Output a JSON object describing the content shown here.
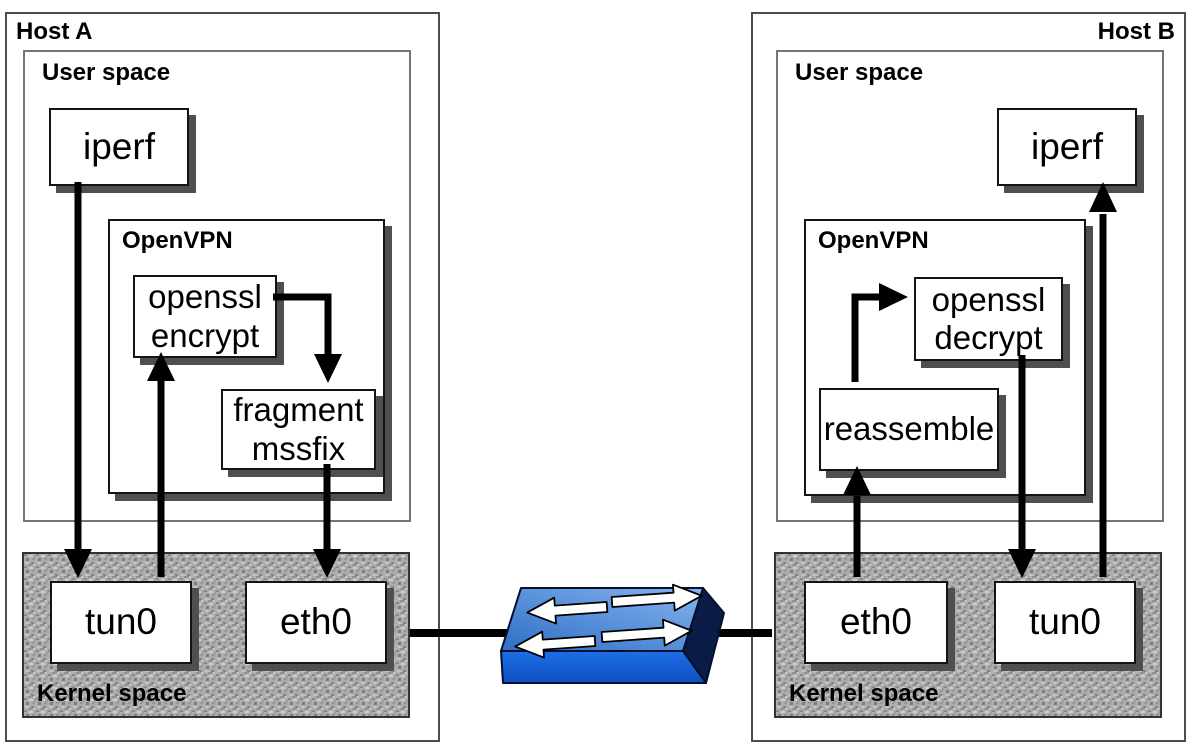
{
  "hostA": {
    "label": "Host A",
    "user_space_label": "User space",
    "openvpn_label": "OpenVPN",
    "kernel_space_label": "Kernel space",
    "iperf_label": "iperf",
    "openssl_line1": "openssl",
    "openssl_line2": "encrypt",
    "fragment_line1": "fragment",
    "fragment_line2": "mssfix",
    "tun_label": "tun0",
    "eth_label": "eth0"
  },
  "hostB": {
    "label": "Host B",
    "user_space_label": "User space",
    "openvpn_label": "OpenVPN",
    "kernel_space_label": "Kernel space",
    "iperf_label": "iperf",
    "openssl_line1": "openssl",
    "openssl_line2": "decrypt",
    "reassemble_label": "reassemble",
    "eth_label": "eth0",
    "tun_label": "tun0"
  },
  "network": {
    "switch_icon": "ethernet-switch"
  },
  "flows": [
    {
      "from": "hostA.iperf",
      "to": "hostA.tun0"
    },
    {
      "from": "hostA.tun0",
      "to": "hostA.openssl-encrypt"
    },
    {
      "from": "hostA.openssl-encrypt",
      "to": "hostA.fragment-mssfix"
    },
    {
      "from": "hostA.fragment-mssfix",
      "to": "hostA.eth0"
    },
    {
      "from": "hostA.eth0",
      "to": "switch"
    },
    {
      "from": "switch",
      "to": "hostB.eth0"
    },
    {
      "from": "hostB.eth0",
      "to": "hostB.reassemble"
    },
    {
      "from": "hostB.reassemble",
      "to": "hostB.openssl-decrypt"
    },
    {
      "from": "hostB.openssl-decrypt",
      "to": "hostB.tun0"
    },
    {
      "from": "hostB.tun0",
      "to": "hostB.iperf"
    }
  ],
  "colors": {
    "box_shadow": "#4f4f4f",
    "host_border": "#4d4d4d",
    "user_border": "#757575",
    "kernel_border": "#333333",
    "arrow_color": "#000000",
    "switch_top_light": "#85b4ee",
    "switch_top_dark": "#2e6ec6",
    "switch_front": "#1d6fe8",
    "switch_front_dark": "#0f4fc0",
    "switch_side": "#0a1b45",
    "switch_outline": "#04102e",
    "kernel_gray_base": "#adadad",
    "kernel_gray_dark": "#7d7d7d"
  }
}
